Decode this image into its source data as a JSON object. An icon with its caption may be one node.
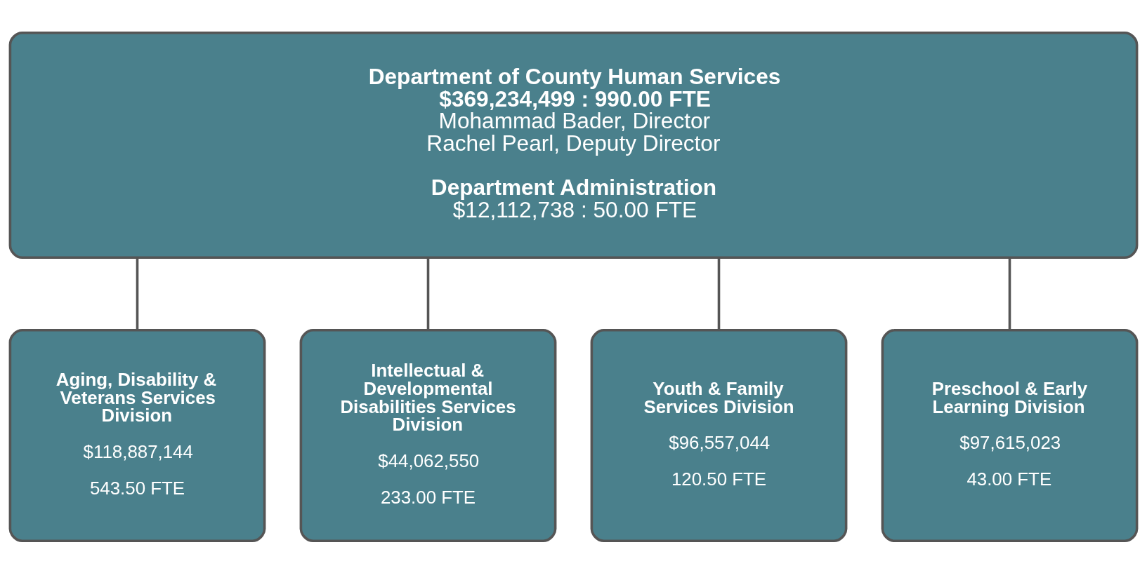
{
  "diagram": {
    "nodes": [
      {
        "text": [
          "Department of County Human Services",
          "$369,234,499 : 990.00 FTE",
          "Mohammad Bader, Director",
          "Rachel Pearl, Deputy Director",
          "Department Administration",
          "$12,112,738 : 50.00 FTE"
        ]
      },
      {
        "text": [
          "Aging, Disability & Veterans Services Division",
          "$118,887,144",
          "543.50 FTE"
        ]
      },
      {
        "text": [
          "Intellectual & Developmental Disabilities Services Division",
          "$44,062,550",
          "233.00 FTE"
        ]
      },
      {
        "text": [
          "Youth & Family Services Division",
          "$96,557,044",
          "120.50 FTE"
        ]
      },
      {
        "text": [
          "Preschool & Early Learning Division",
          "$97,615,023",
          "43.00 FTE"
        ]
      }
    ],
    "edges": [
      {
        "from": 0,
        "to": 1,
        "arrow": "none"
      },
      {
        "from": 0,
        "to": 2,
        "arrow": "none"
      },
      {
        "from": 0,
        "to": 3,
        "arrow": "none"
      },
      {
        "from": 0,
        "to": 4,
        "arrow": "none"
      }
    ]
  }
}
